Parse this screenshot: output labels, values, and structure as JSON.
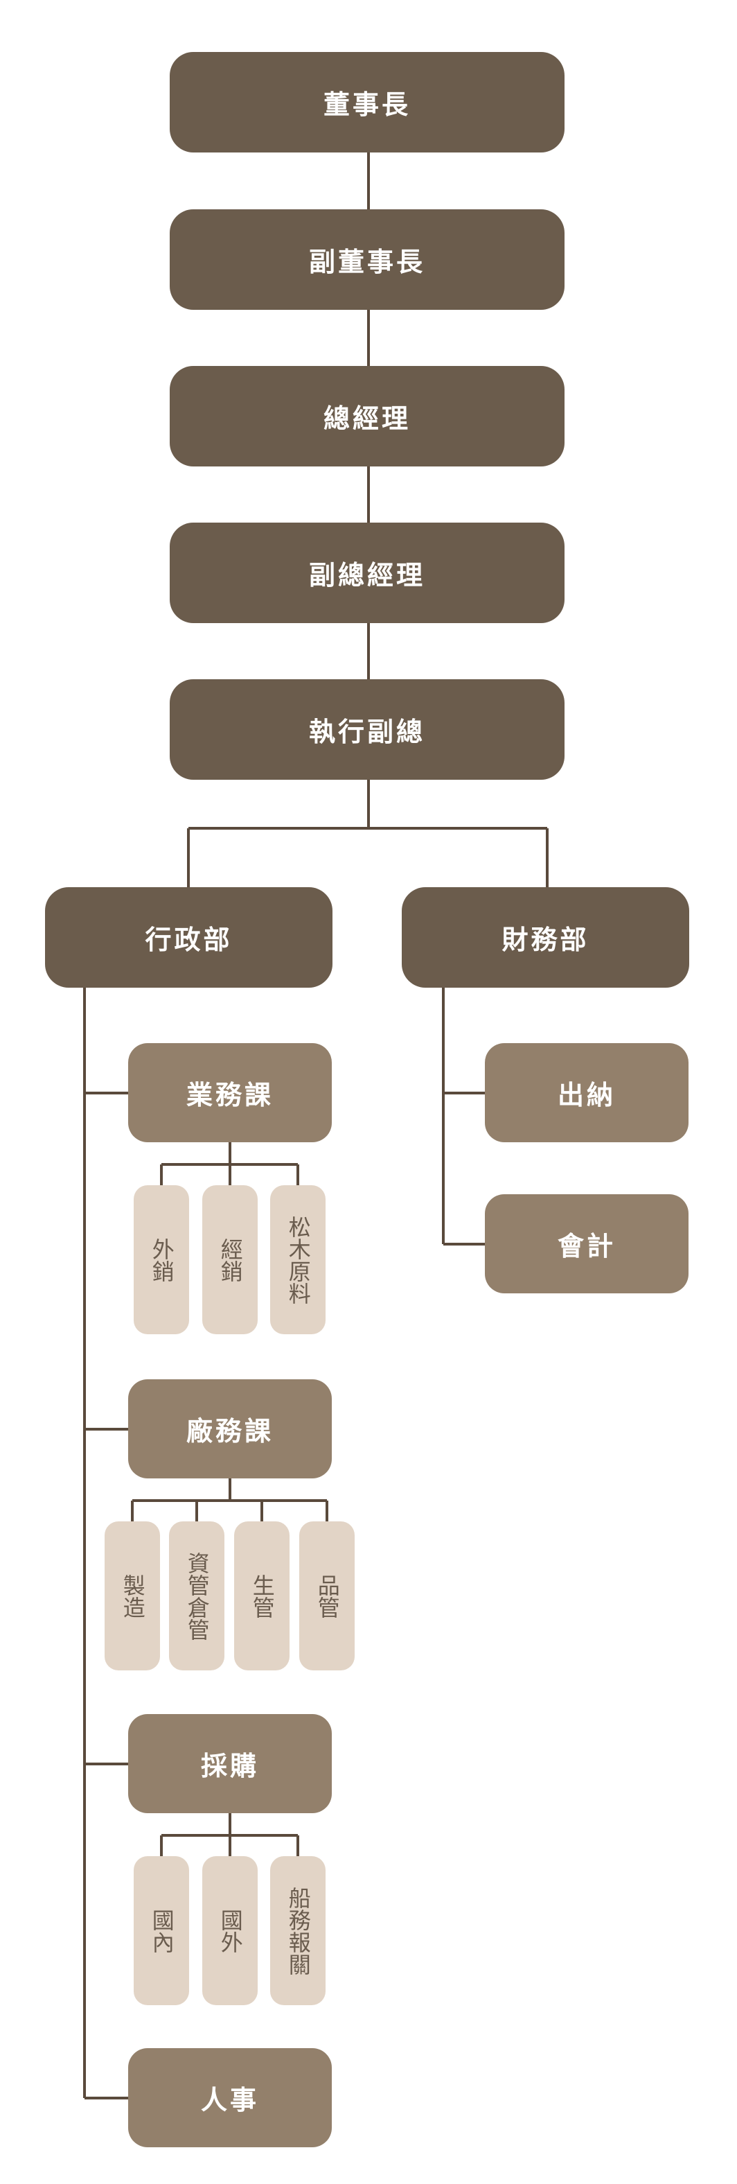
{
  "executive": {
    "chairman": "董事長",
    "vice_chairman": "副董事長",
    "general_manager": "總經理",
    "deputy_general_manager": "副總經理",
    "executive_vp": "執行副總"
  },
  "admin": {
    "title": "行政部",
    "business": {
      "title": "業務課",
      "items": [
        "外銷",
        "經銷",
        "松木原料"
      ]
    },
    "factory": {
      "title": "廠務課",
      "items": [
        "製造",
        "資管倉管",
        "生管",
        "品管"
      ]
    },
    "procurement": {
      "title": "採購",
      "items": [
        "國內",
        "國外",
        "船務報關"
      ]
    },
    "hr": {
      "title": "人事"
    }
  },
  "finance": {
    "title": "財務部",
    "items": [
      "出納",
      "會計"
    ]
  },
  "colors": {
    "dark_node": "#6b5c4c",
    "mid_node": "#93806b",
    "light_node": "#e2d4c6",
    "connector": "#5a4a3c"
  }
}
